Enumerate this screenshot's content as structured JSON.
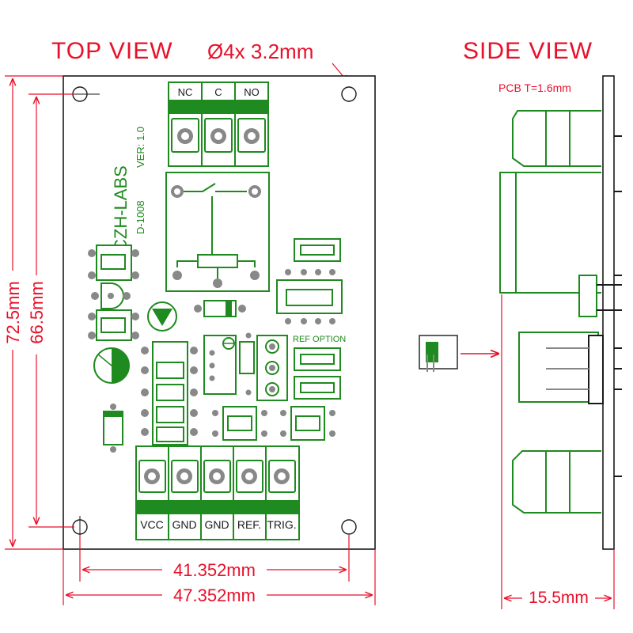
{
  "titles": {
    "top_view": "TOP VIEW",
    "side_view": "SIDE VIEW",
    "hole_note": "Ø4x 3.2mm",
    "pcb_thickness": "PCB T=1.6mm"
  },
  "board": {
    "brand": "CZH-LABS",
    "part": "D-1008",
    "version": "VER: 1.0",
    "ref_option": "REF OPTION"
  },
  "relay_terminals": [
    "NC",
    "C",
    "NO"
  ],
  "input_terminals": [
    "VCC",
    "GND",
    "GND",
    "REF.",
    "TRIG."
  ],
  "dimensions": {
    "height_outer": "72.5mm",
    "height_inner": "66.5mm",
    "width_inner": "41.352mm",
    "width_outer": "47.352mm",
    "side_depth": "15.5mm"
  },
  "colors": {
    "silk": "#1f8a1f",
    "dimension": "#e8102a",
    "board": "#ffffff"
  }
}
